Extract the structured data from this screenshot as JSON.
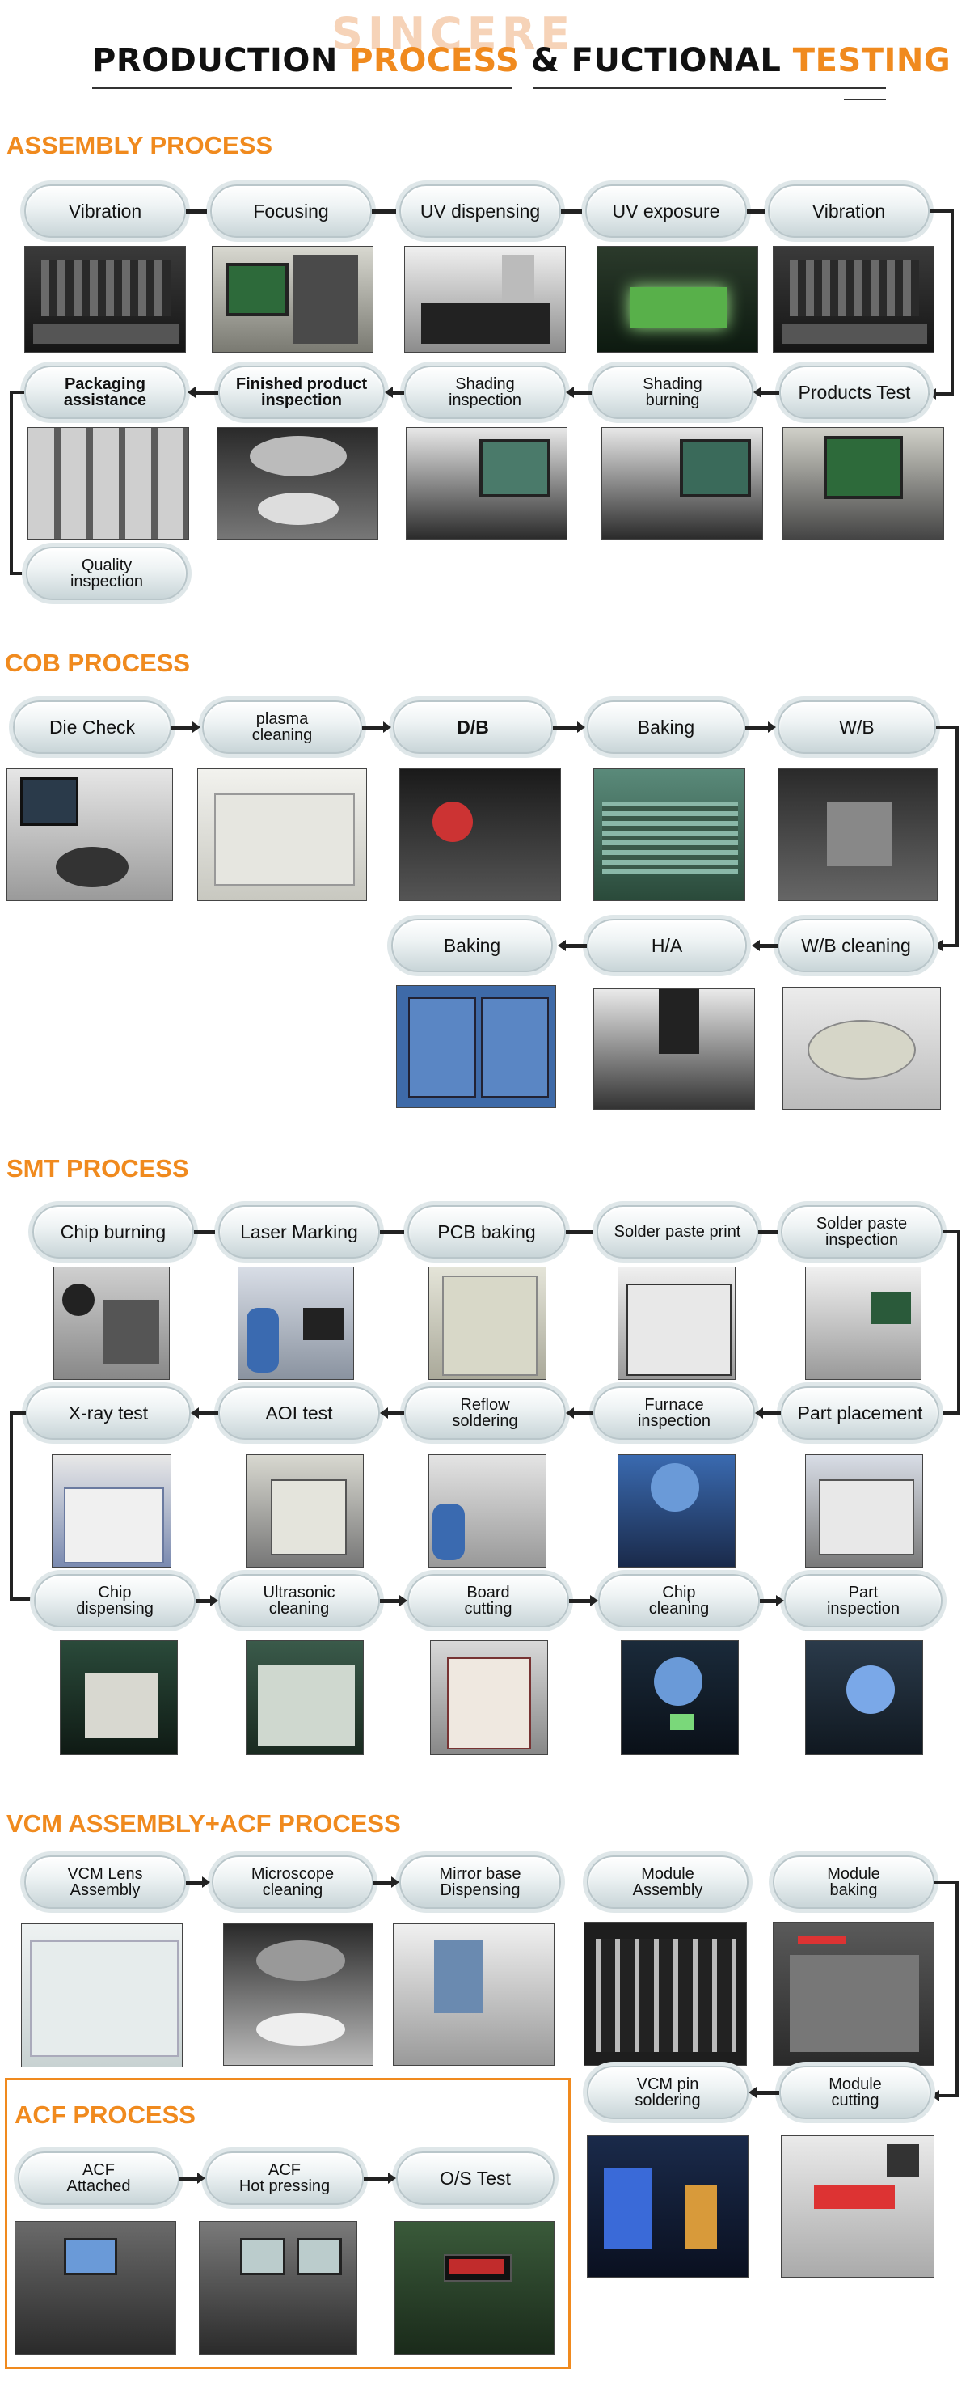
{
  "header": {
    "watermark": "SINCERE",
    "title_parts": [
      "PRODUCTION ",
      "PROCESS",
      " & ",
      "FUCTIONAL ",
      "TESTING"
    ]
  },
  "sections": {
    "assembly": {
      "title": "ASSEMBLY PROCESS",
      "steps": [
        "Vibration",
        "Focusing",
        "UV dispensing",
        "UV exposure",
        "Vibration",
        "Products Test",
        "Shading\nburning",
        "Shading\ninspection",
        "Finished product\ninspection",
        "Packaging\nassistance",
        "Quality\ninspection"
      ]
    },
    "cob": {
      "title": "COB PROCESS",
      "steps": [
        "Die Check",
        "plasma\ncleaning",
        "D/B",
        "Baking",
        "W/B",
        "W/B cleaning",
        "H/A",
        "Baking"
      ]
    },
    "smt": {
      "title": "SMT PROCESS",
      "steps": [
        "Chip burning",
        "Laser Marking",
        "PCB baking",
        "Solder paste print",
        "Solder paste\ninspection",
        "Part placement",
        "Furnace\ninspection",
        "Reflow\nsoldering",
        "AOI test",
        "X-ray test",
        "Chip\ndispensing",
        "Ultrasonic\ncleaning",
        "Board\ncutting",
        "Chip\ncleaning",
        "Part\ninspection"
      ]
    },
    "vcm": {
      "title": "VCM ASSEMBLY+ACF PROCESS",
      "steps": [
        "VCM Lens\nAssembly",
        "Microscope\ncleaning",
        "Mirror base\nDispensing",
        "Module\nAssembly",
        "Module\nbaking",
        "Module\ncutting",
        "VCM pin\nsoldering"
      ]
    },
    "acf": {
      "title": "ACF PROCESS",
      "steps": [
        "ACF\nAttached",
        "ACF\nHot pressing",
        "O/S Test"
      ]
    }
  },
  "colors": {
    "accent": "#f08a1e",
    "pill_border": "#b9c6ca",
    "connector": "#222222"
  }
}
